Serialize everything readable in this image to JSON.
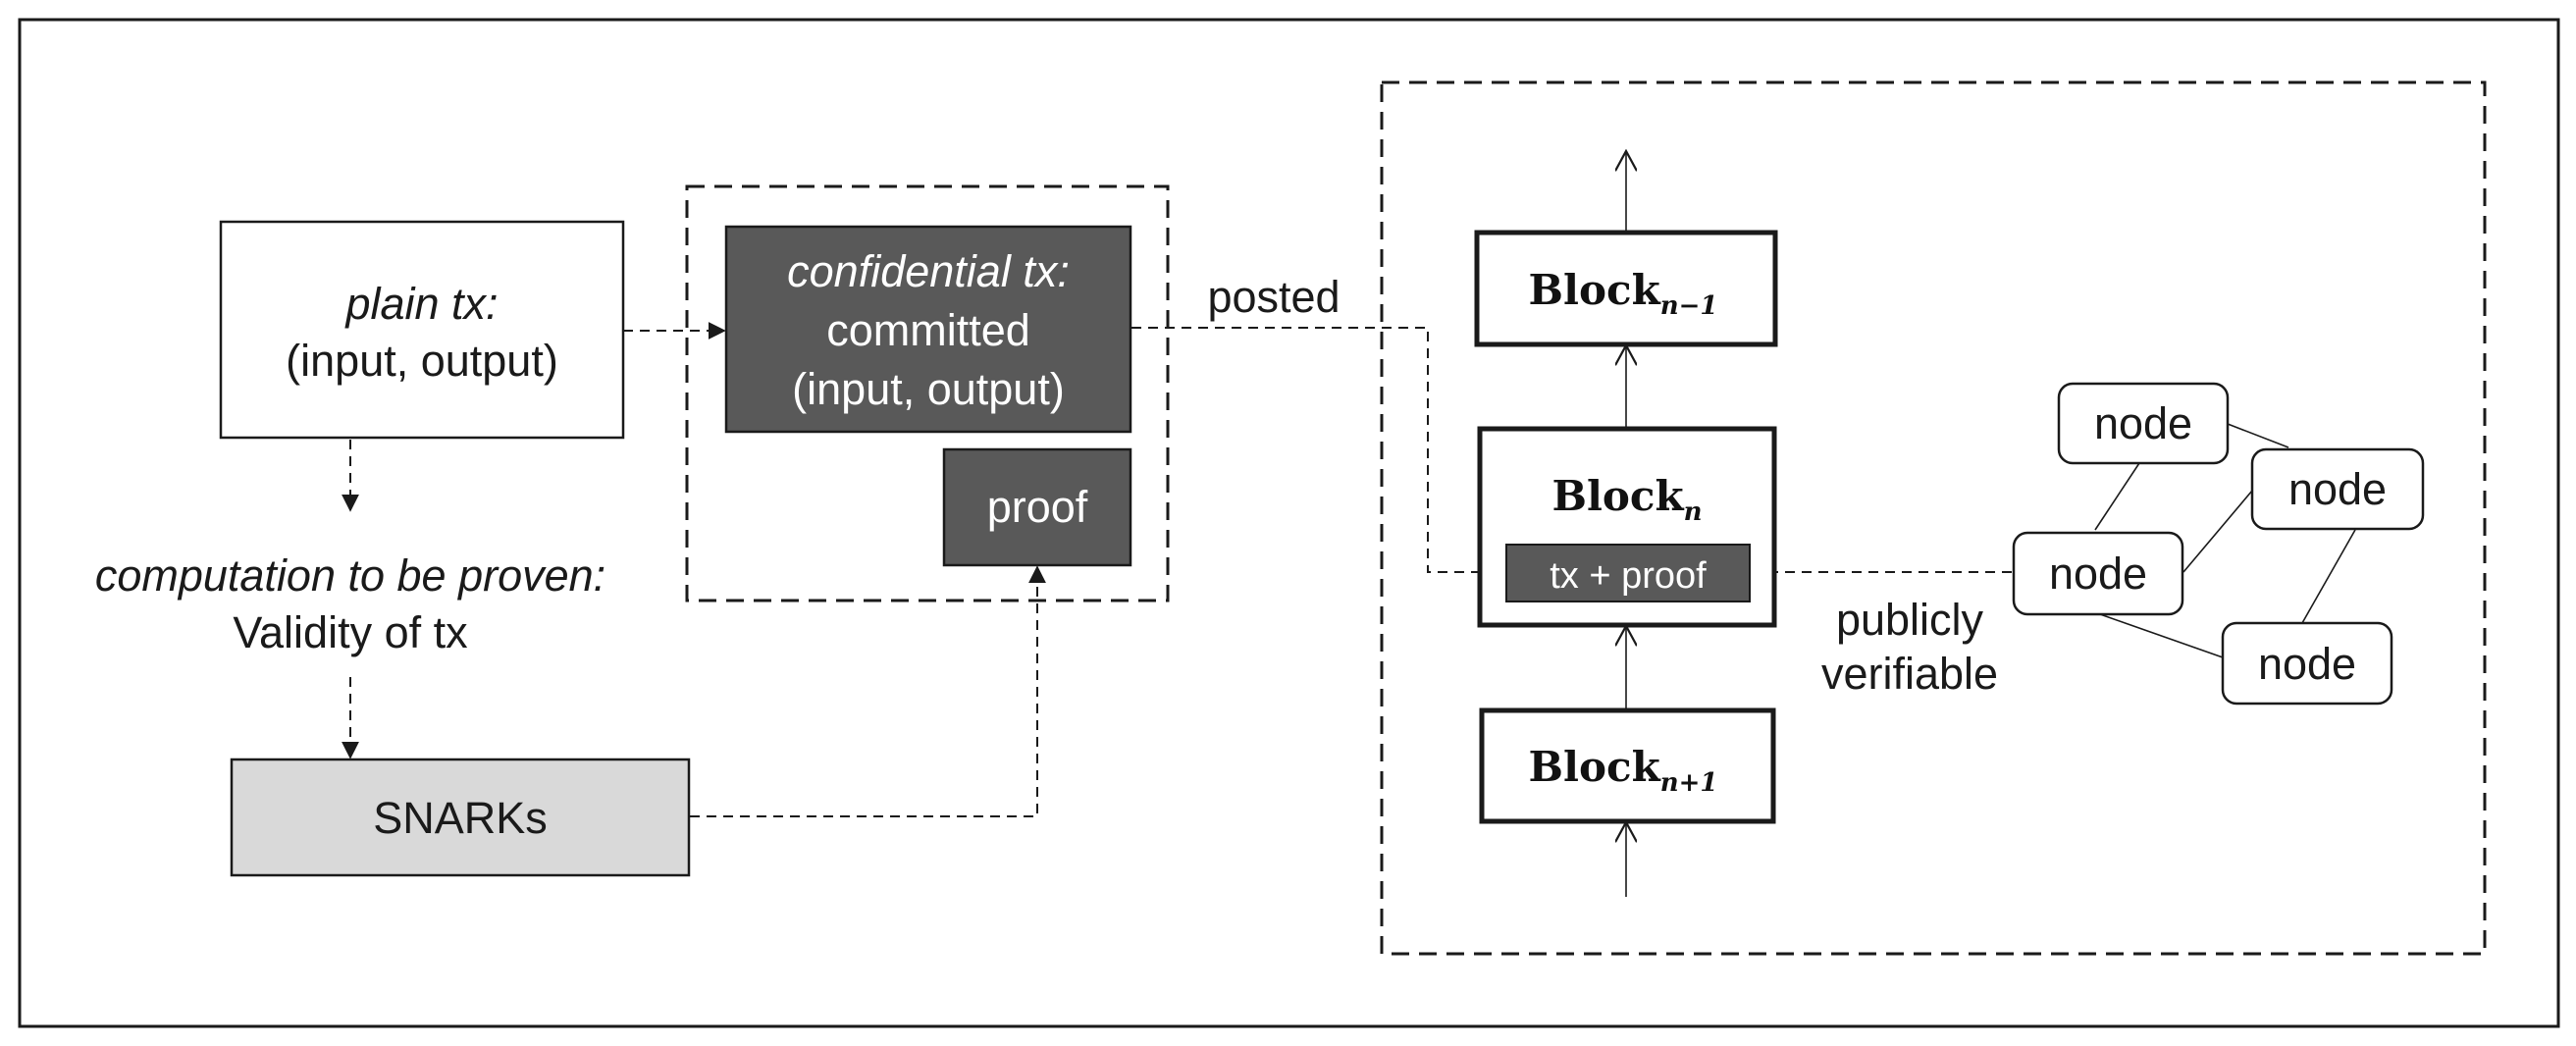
{
  "left": {
    "plain_tx_label": "plain tx:",
    "plain_tx_value": "(input, output)",
    "computation_label": "computation to be proven:",
    "computation_value": "Validity of tx",
    "snarks_label": "SNARKs"
  },
  "middle": {
    "confidential_label": "confidential tx:",
    "committed_line1": "committed",
    "committed_line2": "(input, output)",
    "proof_label": "proof",
    "posted_label": "posted"
  },
  "chain": {
    "block_word": "Block",
    "block_prev_sub": "n−1",
    "block_curr_sub": "n",
    "block_next_sub": "n+1",
    "tx_proof_label": "tx + proof",
    "publicly_line1": "publicly",
    "publicly_line2": "verifiable"
  },
  "network": {
    "nodes": [
      "node",
      "node",
      "node",
      "node"
    ]
  },
  "colors": {
    "dark_box": "#595959",
    "snarks_box": "#d9d9d9",
    "stroke": "#1a1a1a"
  }
}
